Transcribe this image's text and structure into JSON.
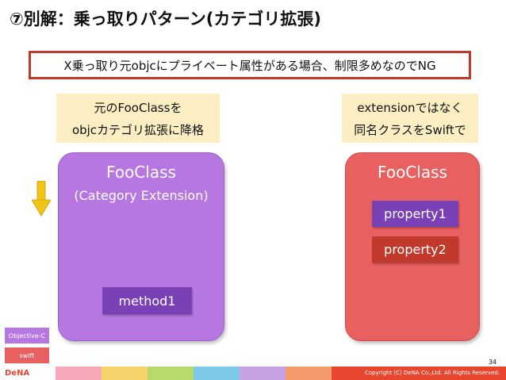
{
  "slide": {
    "title": "⑦別解：乗っ取りパターン(カテゴリ拡張)",
    "note": "X乗っ取り元objcにプライベート属性がある場合、制限多めなのでNG",
    "page_number": "34"
  },
  "labels": {
    "left_line1": "元のFooClassを",
    "left_line2": "objcカテゴリ拡張に降格",
    "right_line1": "extensionではなく",
    "right_line2": "同名クラスをSwiftで"
  },
  "left_panel": {
    "title": "FooClass",
    "subtitle": "(Category Extension)",
    "method": "method1"
  },
  "right_panel": {
    "title": "FooClass",
    "property1": "property1",
    "property2": "property2"
  },
  "legend": {
    "objc": "Objective-C",
    "swift": "swift"
  },
  "footer": {
    "logo": "DeNA",
    "copyright": "Copyright (C) DeNA Co.,Ltd. All Rights Reserved."
  },
  "colors": {
    "objc_purple": "#b678e0",
    "swift_red": "#e96060",
    "pill_purple": "#7a40b5",
    "pill_red": "#c0392b",
    "label_bg": "#fbeec2",
    "arrow_yellow": "#f2c417",
    "note_border": "#c0392b"
  },
  "footer_colors": [
    "#ffffff",
    "#f7a8b8",
    "#f6d36b",
    "#b8d96b",
    "#7fc9e8",
    "#c4a3e0",
    "#f59a6b",
    "#e8472f"
  ]
}
